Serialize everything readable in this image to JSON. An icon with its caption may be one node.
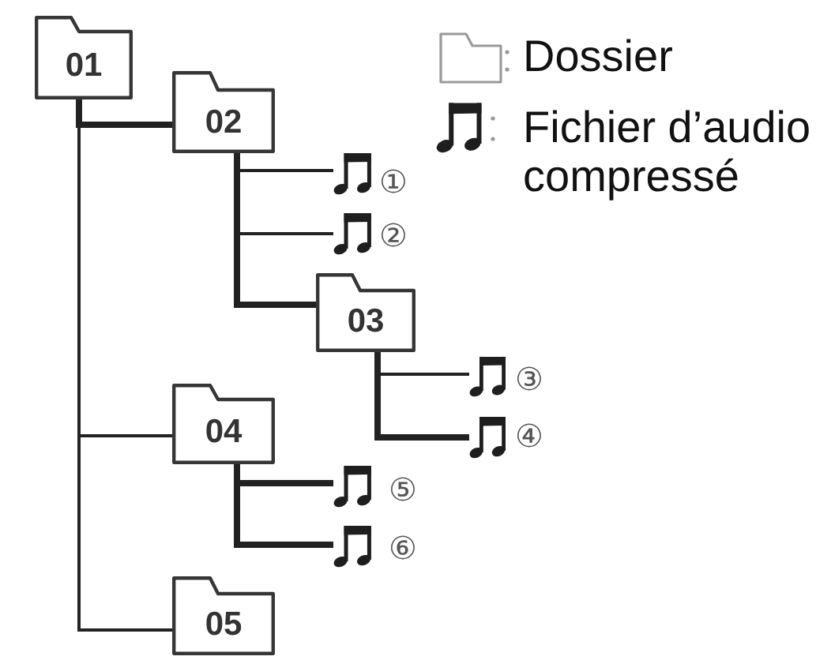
{
  "diagram": {
    "nodes": [
      {
        "text": [
          "01"
        ]
      },
      {
        "text": [
          "02"
        ]
      },
      {
        "text": [],
        "shape": "picture",
        "beside": [
          "①"
        ]
      },
      {
        "text": [],
        "shape": "picture",
        "beside": [
          "②"
        ]
      },
      {
        "text": [
          "03"
        ]
      },
      {
        "text": [],
        "shape": "picture",
        "beside": [
          "③"
        ]
      },
      {
        "text": [],
        "shape": "picture",
        "beside": [
          "④"
        ]
      },
      {
        "text": [
          "04"
        ]
      },
      {
        "text": [],
        "shape": "picture",
        "beside": [
          "⑤"
        ]
      },
      {
        "text": [],
        "shape": "picture",
        "beside": [
          "⑥"
        ]
      },
      {
        "text": [
          "05"
        ]
      }
    ],
    "edges": [
      {
        "from": 0,
        "to": 1,
        "arrow": "none",
        "style": "thick"
      },
      {
        "from": 1,
        "to": 2,
        "arrow": "none"
      },
      {
        "from": 1,
        "to": 3,
        "arrow": "none"
      },
      {
        "from": 1,
        "to": 4,
        "arrow": "none",
        "style": "thick"
      },
      {
        "from": 4,
        "to": 5,
        "arrow": "none"
      },
      {
        "from": 4,
        "to": 6,
        "arrow": "none",
        "style": "thick"
      },
      {
        "from": 0,
        "to": 7,
        "arrow": "none"
      },
      {
        "from": 7,
        "to": 8,
        "arrow": "none",
        "style": "thick"
      },
      {
        "from": 7,
        "to": 9,
        "arrow": "none",
        "style": "thick"
      },
      {
        "from": 0,
        "to": 10,
        "arrow": "none"
      }
    ],
    "legend": [
      {
        "text": "Dossier"
      },
      {
        "text": "Fichier d’audio compressé"
      }
    ]
  }
}
